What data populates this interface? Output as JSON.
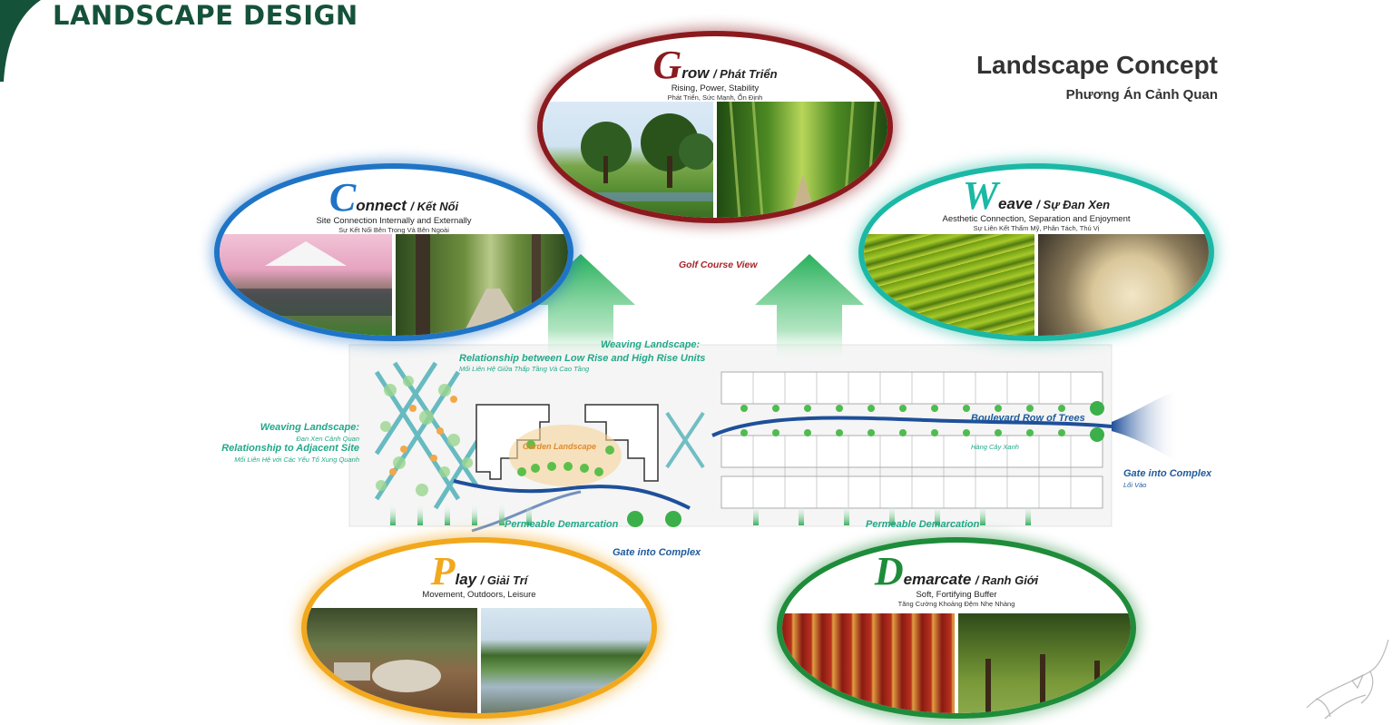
{
  "header": {
    "title": "LANDSCAPE DESIGN",
    "concept_title": "Landscape Concept",
    "concept_subtitle": "Phương Án Cảnh Quan"
  },
  "colors": {
    "brand_green": "#15523a",
    "grow_red": "#8b1a1e",
    "connect_blue": "#1f74c6",
    "weave_teal": "#1bb8a5",
    "play_orange": "#f2a81d",
    "demarcate_green": "#1e8c3a"
  },
  "concepts": {
    "grow": {
      "letter": "G",
      "word": "row",
      "vi": "/ Phát Triển",
      "en_desc": "Rising, Power, Stability",
      "vi_desc": "Phát Triển, Sức Mạnh, Ổn Định"
    },
    "connect": {
      "letter": "C",
      "word": "onnect",
      "vi": "/ Kết Nối",
      "en_desc": "Site Connection Internally and Externally",
      "vi_desc": "Sự Kết Nối Bên Trong Và Bên Ngoài"
    },
    "weave": {
      "letter": "W",
      "word": "eave",
      "vi": "/ Sự Đan Xen",
      "en_desc": "Aesthetic Connection, Separation and Enjoyment",
      "vi_desc": "Sự Liên Kết Thẩm Mỹ, Phân Tách, Thú Vị"
    },
    "play": {
      "letter": "P",
      "word": "lay",
      "vi": "/ Giải Trí",
      "en_desc": "Movement, Outdoors, Leisure",
      "vi_desc": ""
    },
    "demarcate": {
      "letter": "D",
      "word": "emarcate",
      "vi": "/ Ranh Giới",
      "en_desc": "Soft, Fortifying Buffer",
      "vi_desc": "Tăng Cường Khoảng Đệm Nhẹ Nhàng"
    }
  },
  "plan_labels": {
    "golf_view": "Golf Course View",
    "weaving_top": "Weaving Landscape:",
    "rel_low_high": "Relationship between Low Rise and High Rise Units",
    "rel_low_high_vi": "Mối Liên Hệ Giữa Thấp Tầng Và Cao Tầng",
    "weaving_left": "Weaving Landscape:",
    "weaving_left_vi": "Đan Xen Cảnh Quan",
    "rel_adjacent": "Relationship to Adjacent Site",
    "rel_adjacent_vi": "Mối Liên Hệ với Các Yếu Tố Xung Quanh",
    "garden": "Garden Landscape",
    "boulevard": "Boulevard Row of Trees",
    "hang_cay": "Hàng Cây Xanh",
    "gate_right": "Gate into Complex",
    "gate_right_vi": "Lối Vào",
    "permeable_left": "Permeable Demarcation",
    "permeable_right": "Permeable Demarcation",
    "gate_bottom": "Gate into Complex"
  }
}
